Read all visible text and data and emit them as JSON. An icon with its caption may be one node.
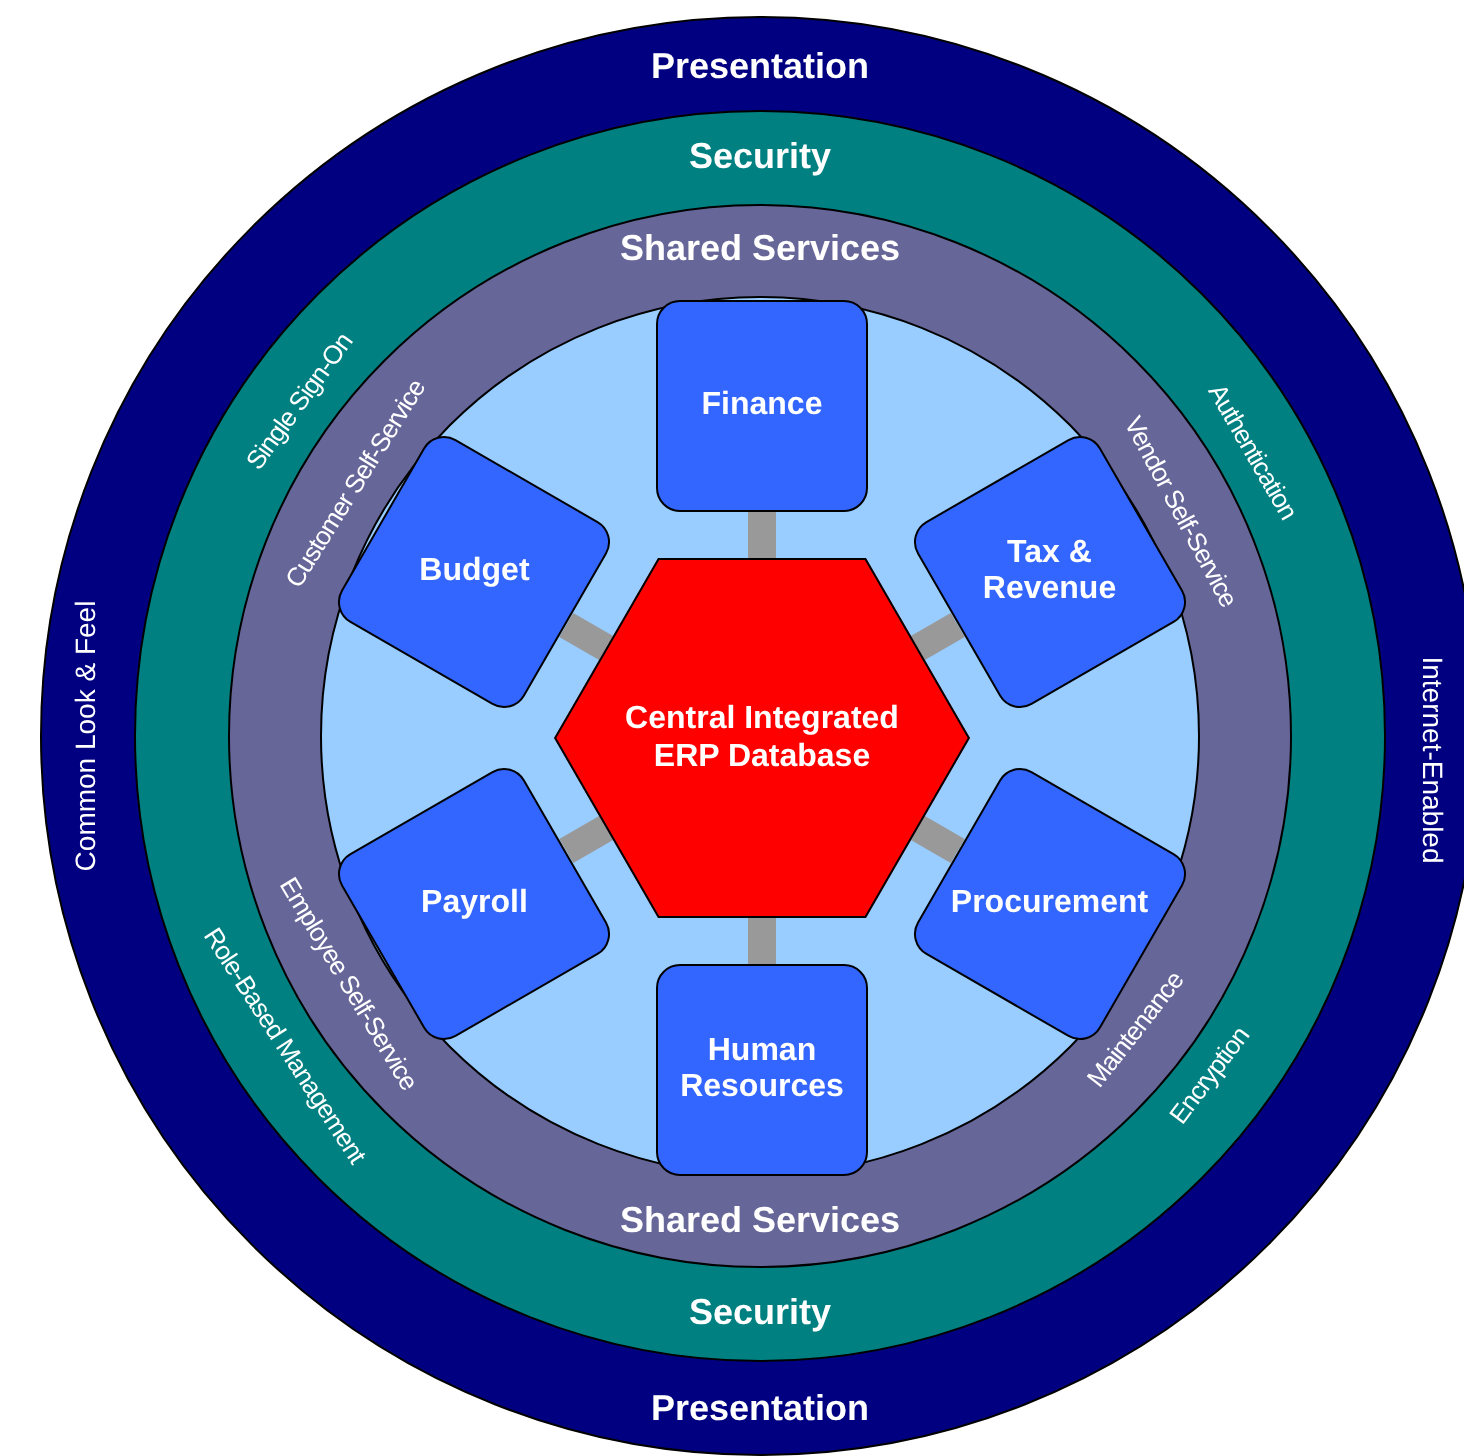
{
  "diagram": {
    "nodes": [
      {
        "text": [
          "Presentation",
          "Common Look & Feel",
          "Internet-Enabled",
          "Presentation"
        ]
      },
      {
        "text": [
          "Security",
          "Security"
        ],
        "in": 0
      },
      {
        "text": [
          "Shared Services",
          "Shared Services"
        ],
        "in": 1
      },
      {
        "text": [],
        "shape": "circle",
        "in": 2
      },
      {
        "text": [
          "Finance"
        ],
        "in": 3
      },
      {
        "text": [
          "Budget"
        ],
        "in": 3
      },
      {
        "text": [
          "Tax & Revenue"
        ],
        "in": 3
      },
      {
        "text": [
          "Central Integrated ERP Database"
        ],
        "in": 3
      },
      {
        "text": [
          "Payroll"
        ],
        "in": 3
      },
      {
        "text": [
          "Procurement"
        ],
        "in": 3
      },
      {
        "text": [
          "Human Resources"
        ],
        "in": 3
      }
    ],
    "edges": [
      {
        "from": 7,
        "to": 4,
        "arrow": "none"
      },
      {
        "from": 7,
        "to": 5,
        "arrow": "none"
      },
      {
        "from": 7,
        "to": 6,
        "arrow": "none"
      },
      {
        "from": 7,
        "to": 8,
        "arrow": "none"
      },
      {
        "from": 7,
        "to": 9,
        "arrow": "none"
      },
      {
        "from": 7,
        "to": 10,
        "arrow": "none"
      }
    ],
    "labels": [
      "Single Sign-On",
      "Authentication",
      "Customer Self-Service",
      "Vendor Self-Service",
      "Employee Self-Service",
      "Maintenance",
      "Role-Based Management",
      "Encryption"
    ]
  }
}
